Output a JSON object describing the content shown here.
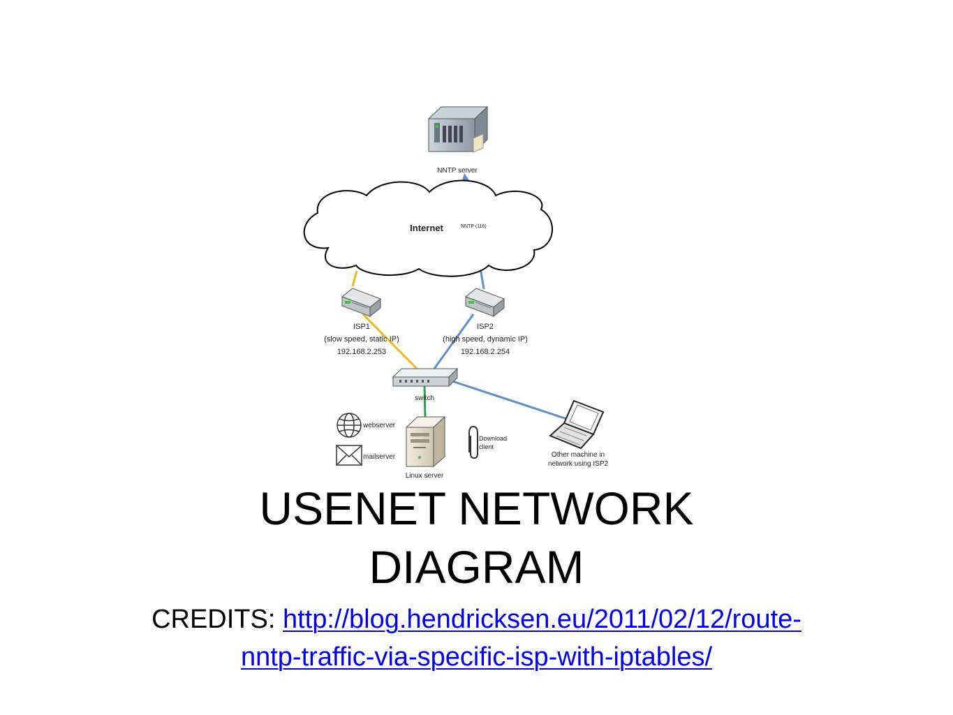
{
  "diagram": {
    "nodes": {
      "nntp_server": "NNTP server",
      "internet": "Internet",
      "isp1": [
        "ISP1",
        "(slow speed, static IP)",
        "192.168.2.253"
      ],
      "isp2": [
        "ISP2",
        "(high speed, dynamic IP)",
        "192.168.2.254"
      ],
      "switch": "switch",
      "webserver": "webserver",
      "mailserver": "mailserver",
      "linux_server": "Linux server",
      "download_client": [
        "Download",
        "client"
      ],
      "other_machine": [
        "Other machine in",
        "network using ISP2"
      ]
    },
    "edges": {
      "nntp_label": "NNTP (116)"
    },
    "colors": {
      "isp1_link": "#f2b61c",
      "isp2_link": "#5b8fc9",
      "server_link": "#2aa14a"
    }
  },
  "slide": {
    "title_line1": "USENET NETWORK",
    "title_line2": "DIAGRAM",
    "credits_prefix": "CREDITS: ",
    "credits_link_line1": "http://blog.hendricksen.eu/2011/02/12/route-",
    "credits_link_line2": "nntp-traffic-via-specific-isp-with-iptables/"
  }
}
